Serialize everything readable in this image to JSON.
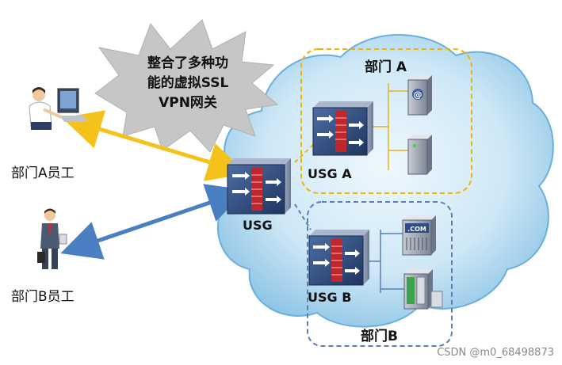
{
  "bubble": {
    "lines": [
      "整合了多种功",
      "能的虚拟SSL",
      "VPN网关"
    ]
  },
  "people": {
    "employee_a": "部门A员工",
    "employee_b": "部门B员工"
  },
  "departments": {
    "dept_a": "部门 A",
    "dept_b": "部门B"
  },
  "devices": {
    "usg": "USG",
    "usg_a": "USG A",
    "usg_b": "USG B",
    "com_server": ".COM",
    "mail_server": "@"
  },
  "colors": {
    "tunnel_a": "#f5c11b",
    "tunnel_b": "#4a7fc1",
    "dept_a_border": "#f0b400",
    "dept_b_border": "#5b7fb5",
    "cloud_fill": "#cfe8f6"
  },
  "watermark": "CSDN @m0_68498873"
}
